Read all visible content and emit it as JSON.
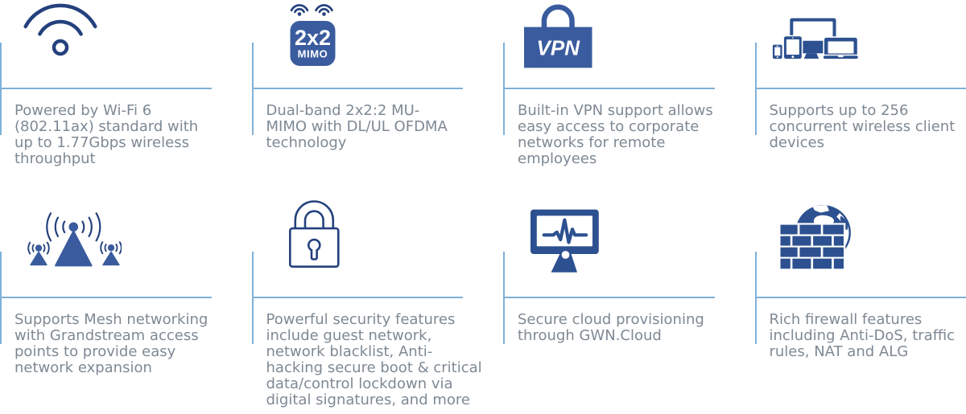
{
  "colors": {
    "accent_rule": "#7FB1D8",
    "icon_outline": "#24417D",
    "icon_fill_dark": "#2D5190",
    "icon_fill_light": "#3A5C9E",
    "text": "#7E8994"
  },
  "features": [
    {
      "icon": "wifi-icon",
      "lines": [
        "Powered by Wi-Fi 6",
        "(802.11ax) standard with",
        "up to 1.77Gbps wireless",
        "throughput"
      ]
    },
    {
      "icon": "mimo-2x2-icon",
      "badge_top": "2x2",
      "badge_bottom": "MIMO",
      "lines": [
        "Dual-band 2x2:2 MU-",
        "MIMO with DL/UL OFDMA",
        "technology"
      ]
    },
    {
      "icon": "vpn-lock-icon",
      "badge_label": "VPN",
      "lines": [
        "Built-in VPN support allows",
        "easy access to corporate",
        "networks for remote",
        "employees"
      ]
    },
    {
      "icon": "client-devices-icon",
      "lines": [
        "Supports up to 256",
        "concurrent wireless client",
        "devices"
      ]
    },
    {
      "icon": "mesh-network-icon",
      "lines": [
        "Supports Mesh networking",
        "with Grandstream access",
        "points to provide easy",
        "network expansion"
      ]
    },
    {
      "icon": "security-lock-icon",
      "lines": [
        "Powerful security features",
        "include guest network,",
        "network blacklist, Anti-",
        "hacking secure boot & critical",
        "data/control lockdown via",
        "digital signatures, and more"
      ]
    },
    {
      "icon": "cloud-monitoring-icon",
      "lines": [
        "Secure cloud provisioning",
        "through GWN.Cloud"
      ]
    },
    {
      "icon": "firewall-icon",
      "lines": [
        "Rich firewall features",
        "including Anti-DoS, traffic",
        "rules, NAT and ALG"
      ]
    }
  ]
}
